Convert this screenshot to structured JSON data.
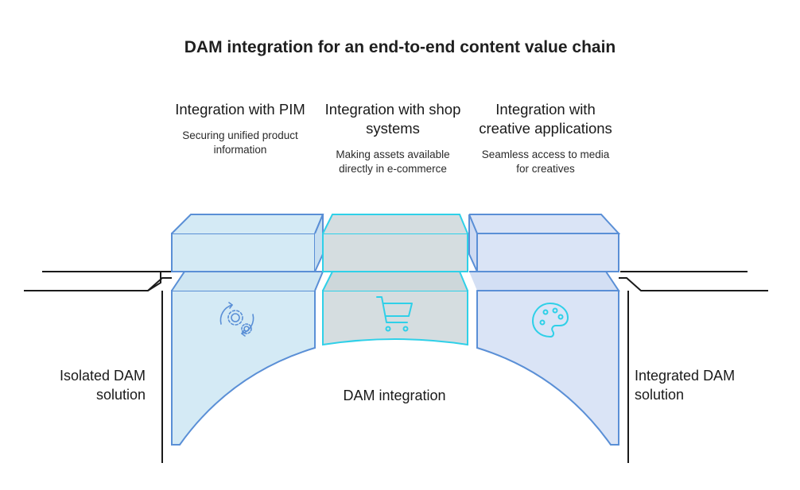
{
  "title": "DAM integration for an end-to-end content value chain",
  "columns": [
    {
      "heading": "Integration with PIM",
      "description": "Securing unified product information",
      "icon": "gears-sync-icon",
      "color": "#d4eaf5"
    },
    {
      "heading": "Integration with shop systems",
      "description": "Making assets available directly in e-commerce",
      "icon": "shopping-cart-icon",
      "color": "#d5dde0"
    },
    {
      "heading": "Integration with creative applications",
      "description": "Seamless access to media for creatives",
      "icon": "palette-icon",
      "color": "#dae4f6"
    }
  ],
  "left_label": "Isolated DAM solution",
  "right_label": "Integrated DAM solution",
  "center_label": "DAM integration",
  "colors": {
    "pim_stroke": "#5a8fd6",
    "shop_stroke": "#2fd0e8",
    "creative_stroke": "#5a8fd6",
    "ground": "#1a1a1a"
  }
}
